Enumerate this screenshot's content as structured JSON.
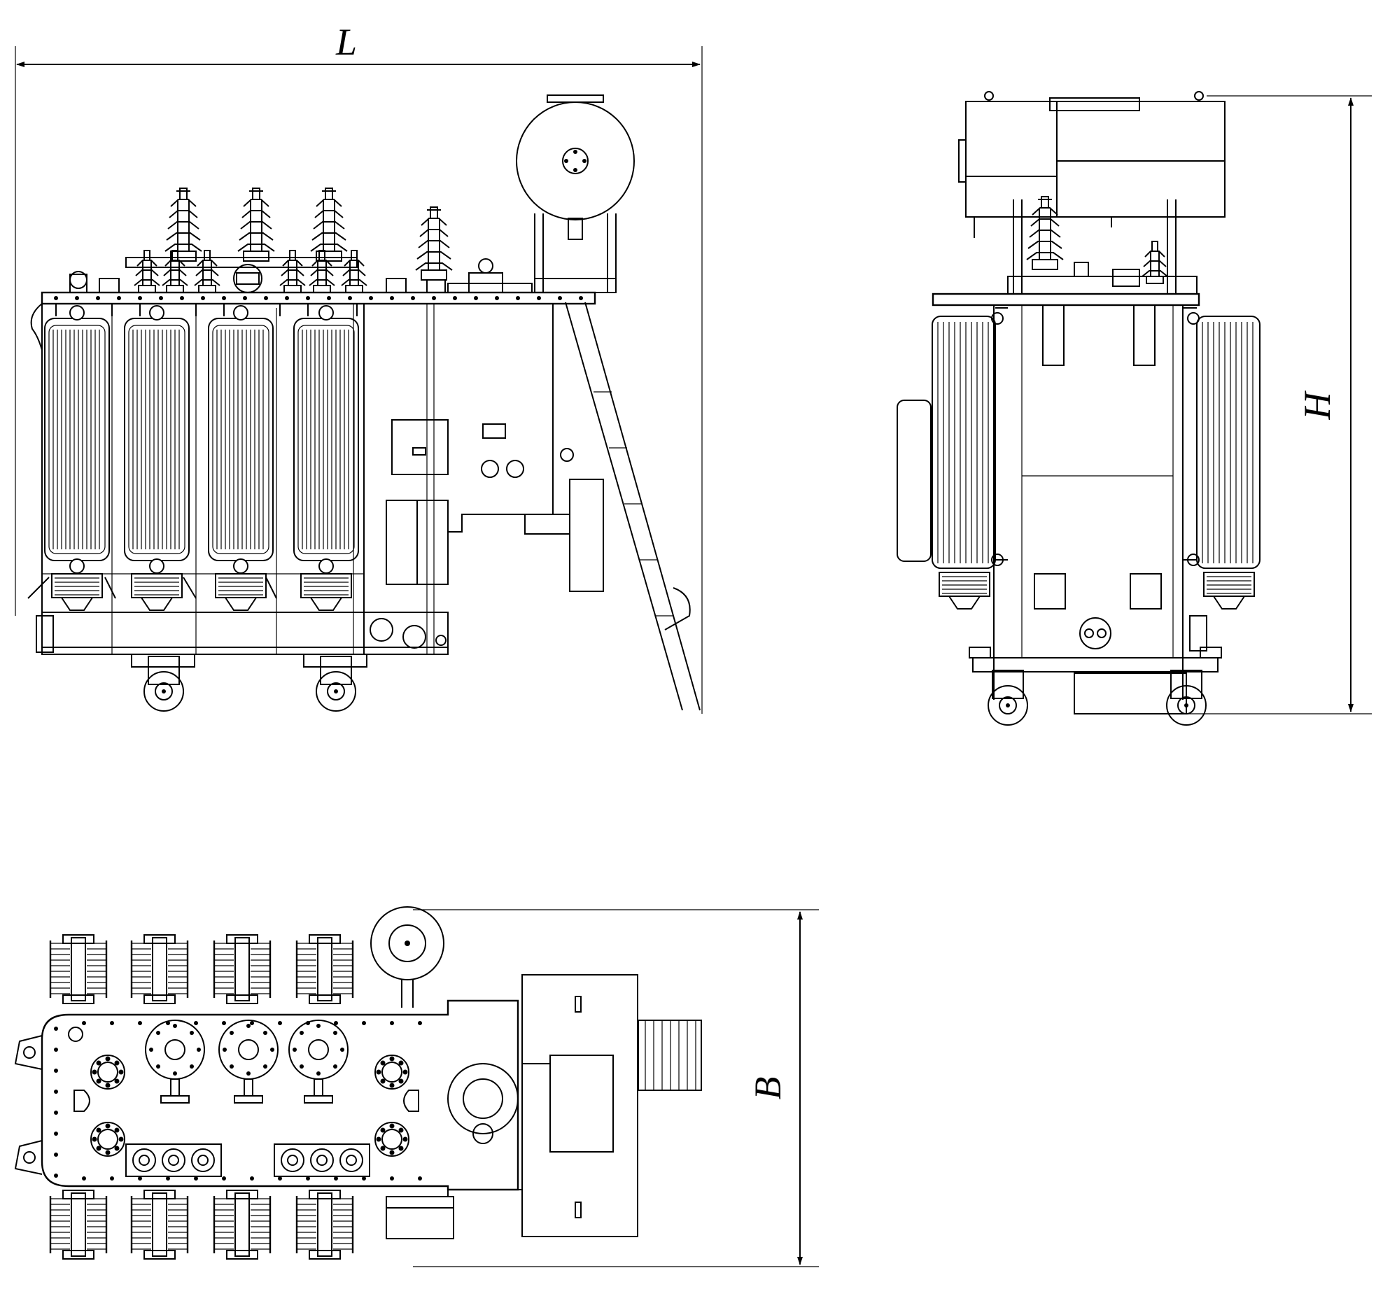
{
  "dimensions": {
    "length_label": "L",
    "height_label": "H",
    "width_label": "B"
  },
  "views": [
    "front-elevation",
    "side-elevation",
    "plan-view"
  ],
  "colors": {
    "line": "#000000",
    "background": "#ffffff"
  }
}
